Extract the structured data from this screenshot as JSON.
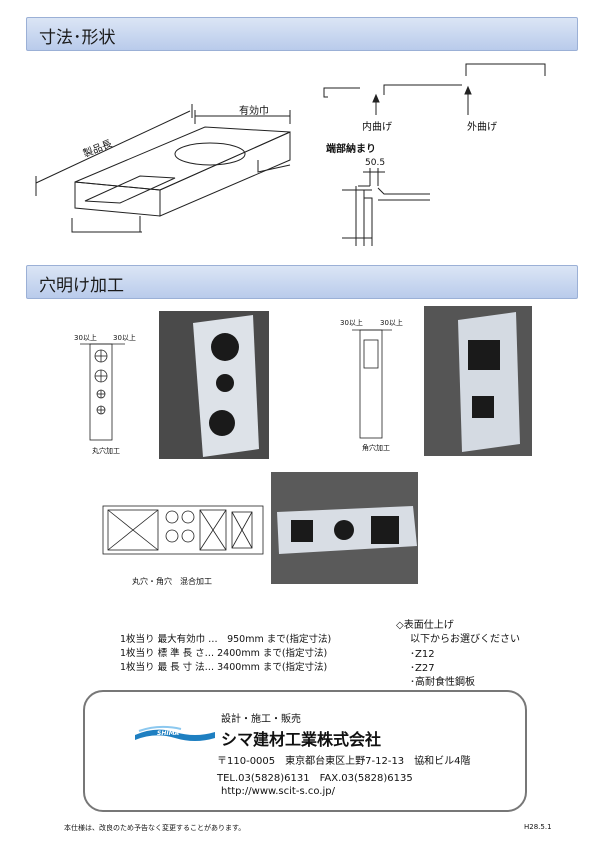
{
  "sections": {
    "dimensions_title": "寸法･形状",
    "holes_title": "穴明け加工"
  },
  "dimension_labels": {
    "effective_width": "有効巾",
    "product_length": "製品長",
    "inner_bend": "内曲げ",
    "outer_bend": "外曲げ",
    "end_finish": "端部納まり",
    "end_dim": "50.5"
  },
  "hole_labels": {
    "round_dim_left": "30以上",
    "round_dim_right": "30以上",
    "round_caption": "丸穴加工",
    "square_dim_left": "30以上",
    "square_dim_right": "30以上",
    "square_caption": "角穴加工",
    "mixed_caption": "丸穴・角穴　混合加工"
  },
  "specs": {
    "row1": "1枚当り 最大有効巾 …　950mm まで(指定寸法)",
    "row2": "1枚当り 標 準 長 さ… 2400mm まで(指定寸法)",
    "row3": "1枚当り 最 長 寸 法… 3400mm まで(指定寸法)"
  },
  "surface": {
    "title": "◇表面仕上げ",
    "subtitle": "以下からお選びください",
    "items": [
      "･Z12",
      "･Z27",
      "･高耐食性鋼板"
    ]
  },
  "company": {
    "services": "設計・施工・販売",
    "logo_text": "SHIMA",
    "name": "シマ建材工業株式会社",
    "address": "〒110-0005　東京都台東区上野7-12-13　協和ビル4階",
    "tel_fax": "TEL.03(5828)6131　FAX.03(5828)6135",
    "url": "http://www.scit-s.co.jp/"
  },
  "footer": {
    "notice": "本仕様は、改良のため予告なく変更することがあります。",
    "code": "H28.5.1"
  },
  "colors": {
    "section_bar": "#c6d5ef",
    "logo_blue": "#1e7fc1",
    "photo_bg": "#4a4a4a"
  }
}
